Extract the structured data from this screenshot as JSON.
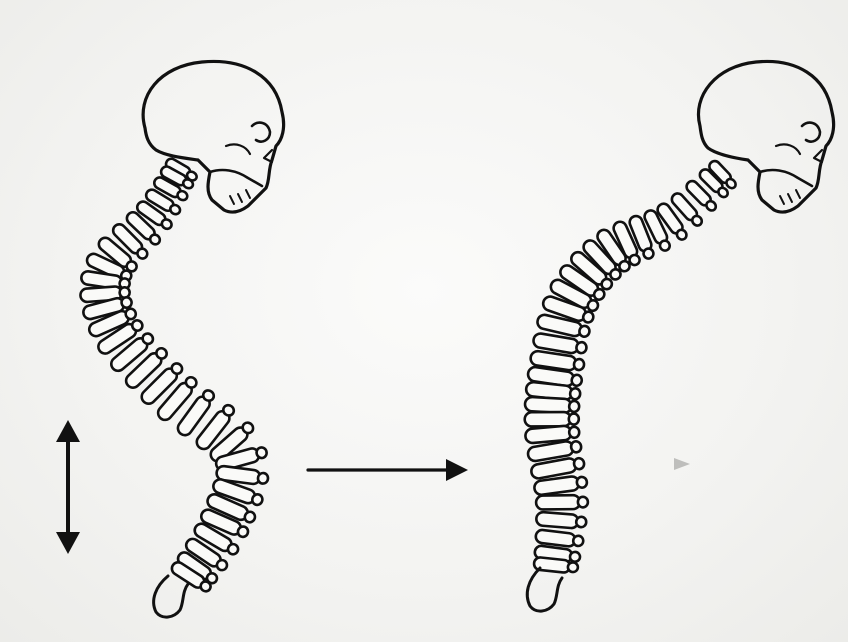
{
  "figure": {
    "left_figure": {
      "skull_icon": "skull-icon",
      "spine_icon": "spine-icon",
      "posture": "normal-curved"
    },
    "right_figure": {
      "skull_icon": "skull-icon",
      "spine_icon": "spine-icon",
      "posture": "kyphotic-forward-lean"
    },
    "height_indicator_icon": "double-headed-vertical-arrow",
    "transition_arrow_icon": "right-arrow"
  },
  "colors": {
    "ink": "#111111",
    "paper": "#f4f4f2"
  }
}
